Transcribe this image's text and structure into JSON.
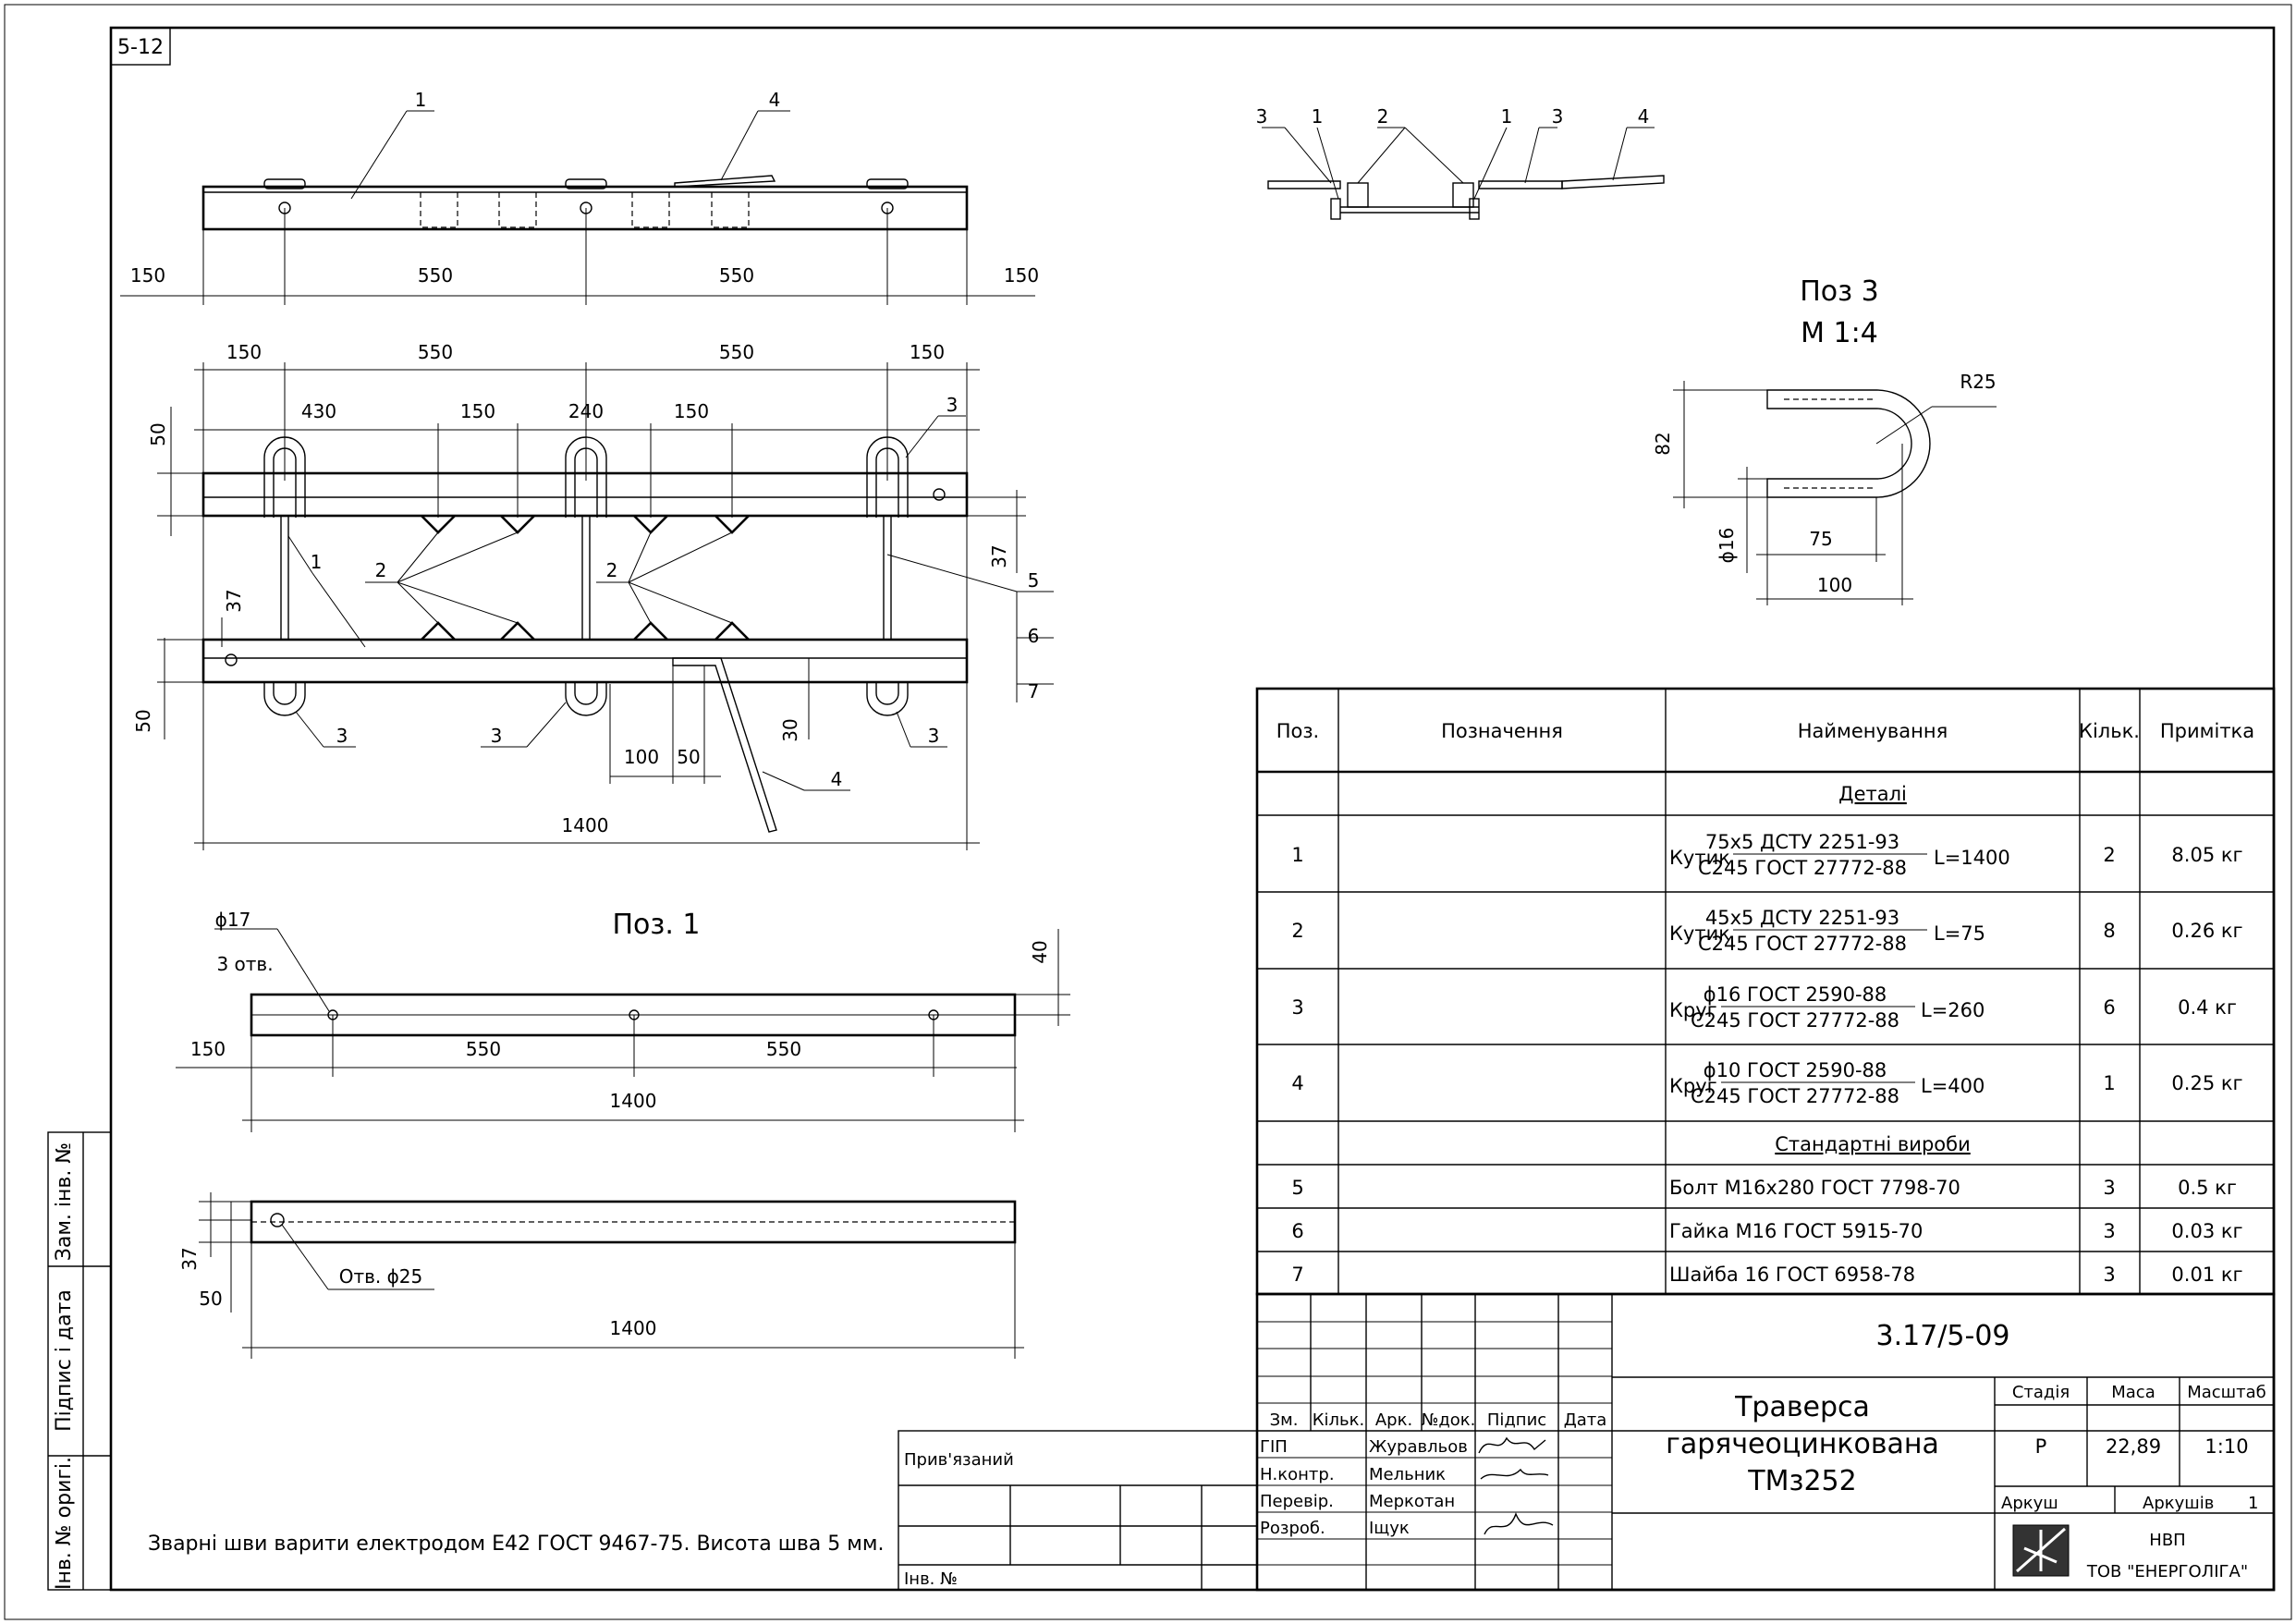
{
  "sheet_code": "5-12",
  "views": {
    "top_view": {
      "pos_labels": [
        "1",
        "4"
      ],
      "dims": [
        "150",
        "550",
        "550",
        "150"
      ]
    },
    "plan_view": {
      "dims_top": [
        "150",
        "550",
        "550",
        "150"
      ],
      "dims_second": [
        "430",
        "150",
        "240",
        "150"
      ],
      "left_dims": [
        "50",
        "37",
        "50"
      ],
      "right_dim": "37",
      "pos_labels": {
        "p1": "1",
        "p2a": "2",
        "p2b": "2",
        "p3a": "3",
        "p3b": "3",
        "p3c": "3",
        "p3d": "3",
        "p4": "4",
        "p5": "5",
        "p6": "6",
        "p7": "7"
      },
      "dims_bottom": [
        "100",
        "50",
        "30"
      ],
      "overall": "1400"
    },
    "side_view": {
      "labels": [
        "3",
        "1",
        "2",
        "1",
        "3",
        "4"
      ]
    },
    "poz3": {
      "title": "Поз 3",
      "scale": "М 1:4",
      "radius": "R25",
      "height": "82",
      "diameter": "ϕ16",
      "len1": "75",
      "len2": "100"
    },
    "poz1": {
      "title": "Поз. 1",
      "hole": "ϕ17",
      "hole_count": "3 отв.",
      "dim_h": "40",
      "dims": [
        "150",
        "550",
        "550"
      ],
      "overall": "1400"
    },
    "bottom_view": {
      "dims_left": [
        "37",
        "50"
      ],
      "hole": "Отв. ϕ25",
      "overall": "1400"
    }
  },
  "spec_table": {
    "headers": [
      "Поз.",
      "Позначення",
      "Найменування",
      "Кільк.",
      "Примітка"
    ],
    "section_parts": "Деталі",
    "section_standard": "Стандартні вироби",
    "rows": [
      {
        "pos": "1",
        "name_prefix": "Кутик",
        "frac_top": "75x5 ДСТУ 2251-93",
        "frac_bottom": "С245 ГОСТ 27772-88",
        "suffix": "L=1400",
        "qty": "2",
        "note": "8.05 кг"
      },
      {
        "pos": "2",
        "name_prefix": "Кутик",
        "frac_top": "45x5 ДСТУ 2251-93",
        "frac_bottom": "С245 ГОСТ 27772-88",
        "suffix": "L=75",
        "qty": "8",
        "note": "0.26 кг"
      },
      {
        "pos": "3",
        "name_prefix": "Круг",
        "frac_top": "ϕ16 ГОСТ 2590-88",
        "frac_bottom": "С245 ГОСТ 27772-88",
        "suffix": "L=260",
        "qty": "6",
        "note": "0.4 кг"
      },
      {
        "pos": "4",
        "name_prefix": "Круг",
        "frac_top": "ϕ10 ГОСТ 2590-88",
        "frac_bottom": "С245 ГОСТ 27772-88",
        "suffix": "L=400",
        "qty": "1",
        "note": "0.25 кг"
      }
    ],
    "std_rows": [
      {
        "pos": "5",
        "name": "Болт М16x280 ГОСТ 7798-70",
        "qty": "3",
        "note": "0.5 кг"
      },
      {
        "pos": "6",
        "name": "Гайка М16 ГОСТ 5915-70",
        "qty": "3",
        "note": "0.03 кг"
      },
      {
        "pos": "7",
        "name": "Шайба 16 ГОСТ 6958-78",
        "qty": "3",
        "note": "0.01 кг"
      }
    ]
  },
  "title_block": {
    "doc_code": "3.17/5-09",
    "title_lines": [
      "Траверса",
      "гарячеоцинкована",
      "ТМз252"
    ],
    "col_headers": [
      "Зм.",
      "Кільк.",
      "Арк.",
      "№док.",
      "Підпис",
      "Дата"
    ],
    "roles": [
      "ГІП",
      "Н.контр.",
      "Перевір.",
      "Розроб."
    ],
    "names": [
      "Журавльов",
      "Мельник",
      "Меркотан",
      "Іщук"
    ],
    "stage_label": "Стадія",
    "mass_label": "Маса",
    "scale_label": "Масштаб",
    "stage": "Р",
    "mass": "22,89",
    "scale": "1:10",
    "sheet_label": "Аркуш",
    "sheets_label": "Аркушів",
    "sheets": "1",
    "org_line1": "НВП",
    "org_line2": "ТОВ \"ЕНЕРГОЛІГА\""
  },
  "bound_block": {
    "label": "Прив'язаний",
    "inv_label": "Інв. №"
  },
  "side_stamp": [
    "Зам. інв. №",
    "Підпис і дата",
    "Інв. № оригі."
  ],
  "note": "Зварні шви варити електродом Е42 ГОСТ 9467-75. Висота шва 5 мм."
}
